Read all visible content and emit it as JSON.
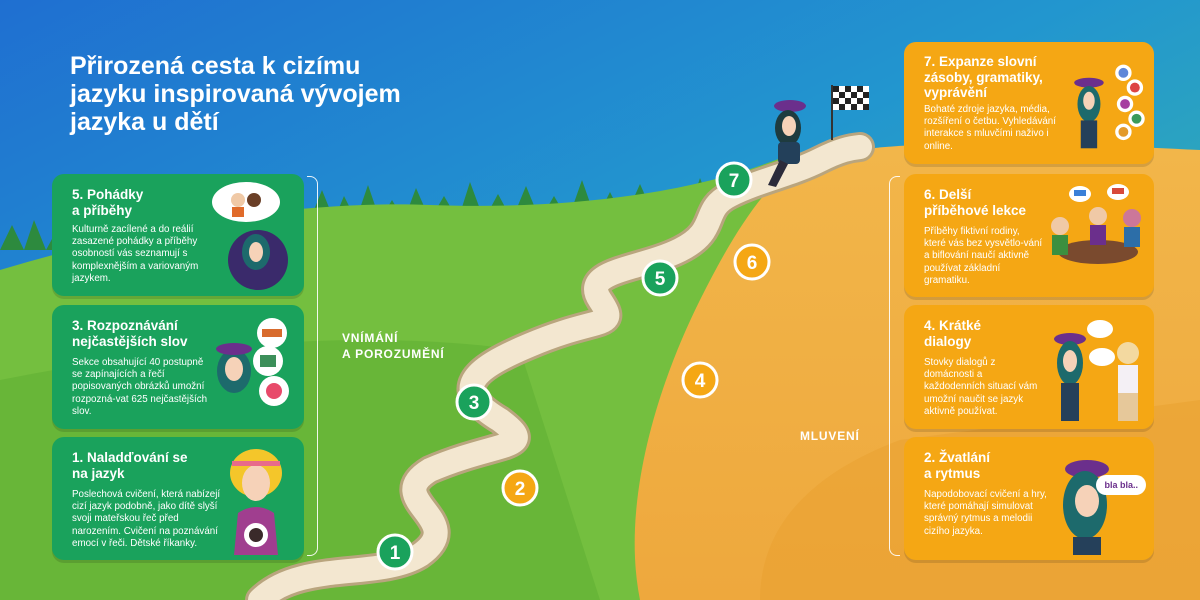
{
  "title": "Přirozená cesta k cizímu jazyku inspirovaná vývojem jazyka u dětí",
  "phases": {
    "perception": [
      "VNÍMÁNÍ",
      "A POROZUMĚNÍ"
    ],
    "speaking": "MLUVENÍ"
  },
  "steps": [
    {
      "number": "1",
      "title": [
        "1. Naladďování se",
        "na jazyk"
      ],
      "text": "Poslechová cvičení, která nabízejí cizí jazyk podobně, jako dítě slyší svoji mateřskou řeč před narozením. Cvičení na poznávání emocí v řeči. Dětské říkanky."
    },
    {
      "number": "2",
      "title": [
        "2. Žvatlání",
        "a rytmus"
      ],
      "text": "Napodobovací cvičení a hry, které pomáhají simulovat správný rytmus a melodii cizího jazyka."
    },
    {
      "number": "3",
      "title": [
        "3. Rozpoznávání",
        "nejčastějších slov"
      ],
      "text": "Sekce obsahující 40 postupně se zapínajících a řečí popisovaných obrázků umožní rozpozná-vat 625 nejčastějších slov."
    },
    {
      "number": "4",
      "title": [
        "4. Krátké",
        "dialogy"
      ],
      "text": "Stovky dialogů z domácnosti a každodenních situací vám umožní naučit se jazyk aktivně používat."
    },
    {
      "number": "5",
      "title": [
        "5. Pohádky",
        "a příběhy"
      ],
      "text": "Kulturně zacílené a do reálií zasazené pohádky a příběhy osobností vás seznamují s komplexnějším a variovaným jazykem."
    },
    {
      "number": "6",
      "title": [
        "6. Delší",
        "příběhové lekce"
      ],
      "text": "Příběhy fiktivní rodiny, které vás bez vysvětlo-vání a biflování naučí aktivně používat základní gramatiku."
    },
    {
      "number": "7",
      "title": [
        "7. Expanze slovní",
        "zásoby, gramatiky,",
        "vyprávění"
      ],
      "text": "Bohaté zdroje jazyka, média, rozšíření o četbu. Vyhledávání interakce s mluvčími naživo i online."
    }
  ],
  "speech_bubble": "bla bla..",
  "colors": {
    "green": "#1aa25c",
    "orange": "#f5a714",
    "sky_top": "#1f6fd1",
    "sky_bottom": "#3fb6a4"
  }
}
